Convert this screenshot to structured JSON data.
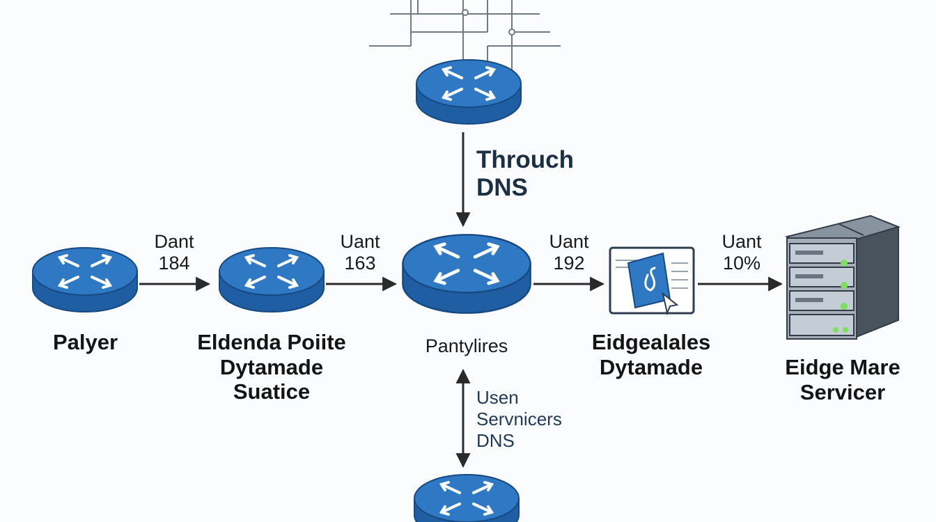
{
  "nodes": {
    "player": {
      "label": "Palyer",
      "icon": "router-icon"
    },
    "edge_point": {
      "lines": [
        "Eldenda Poiite",
        "Dytamade",
        "Suatice"
      ],
      "icon": "router-icon"
    },
    "center": {
      "label": "Pantylires",
      "icon": "router-icon"
    },
    "edge_dytamade": {
      "lines": [
        "Eidgealales",
        "Dytamade"
      ],
      "icon": "document-icon"
    },
    "edge_server": {
      "lines": [
        "Eidge Mare",
        "Servicer"
      ],
      "icon": "server-icon"
    },
    "top_router": {
      "icon": "router-icon"
    },
    "bottom_router": {
      "icon": "router-icon"
    }
  },
  "edges": {
    "player_to_edge": [
      "Dant",
      "184"
    ],
    "edge_to_center": [
      "Uant",
      "163"
    ],
    "center_to_dytamade": [
      "Uant",
      "192"
    ],
    "dytamade_to_server": [
      "Uant",
      "10%"
    ],
    "top_to_center": [
      "Throuch",
      "DNS"
    ],
    "center_bottom": [
      "Usen",
      "Servnicers",
      "DNS"
    ]
  },
  "colors": {
    "router_top": "#2f78c4",
    "router_side": "#1f5ea3",
    "router_edge": "#174a82",
    "arrow": "#2a2a2a",
    "server_body": "#596573",
    "server_led": "#7be05a",
    "dns_label": "#1b2f45"
  }
}
